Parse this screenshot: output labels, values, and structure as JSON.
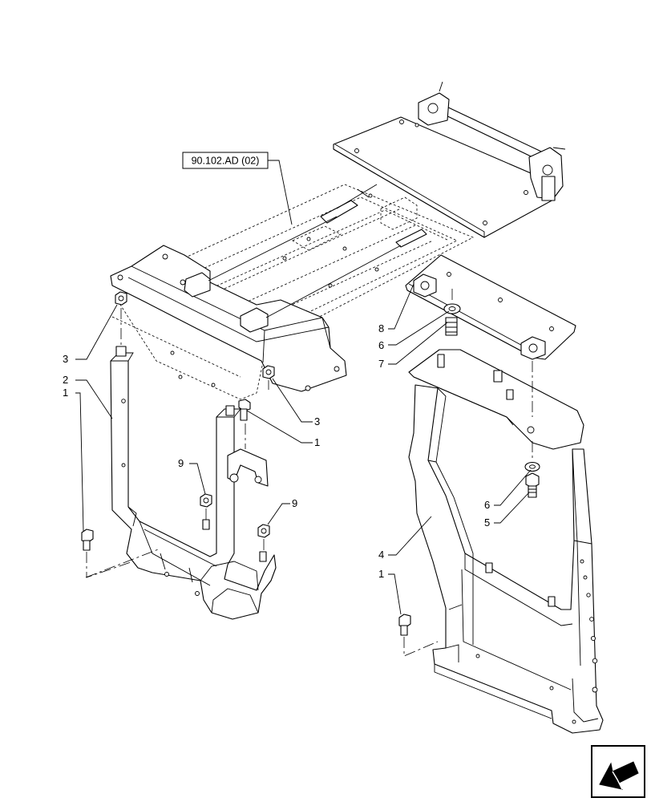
{
  "reference_label": "90.102.AD (02)",
  "callouts": {
    "c1_left_bolt": "1",
    "c2_left_bracket": "2",
    "c3_left_nut": "3",
    "c3_right_nut": "3",
    "c1_center_bolt": "1",
    "c9_upper": "9",
    "c9_lower": "9",
    "c8_plate": "8",
    "c6_upper_washer": "6",
    "c7_stud": "7",
    "c6_lower_washer": "6",
    "c5_bolt": "5",
    "c4_right_frame": "4",
    "c1_right_bolt": "1"
  },
  "nav_icon": "next-page-arrow-icon"
}
